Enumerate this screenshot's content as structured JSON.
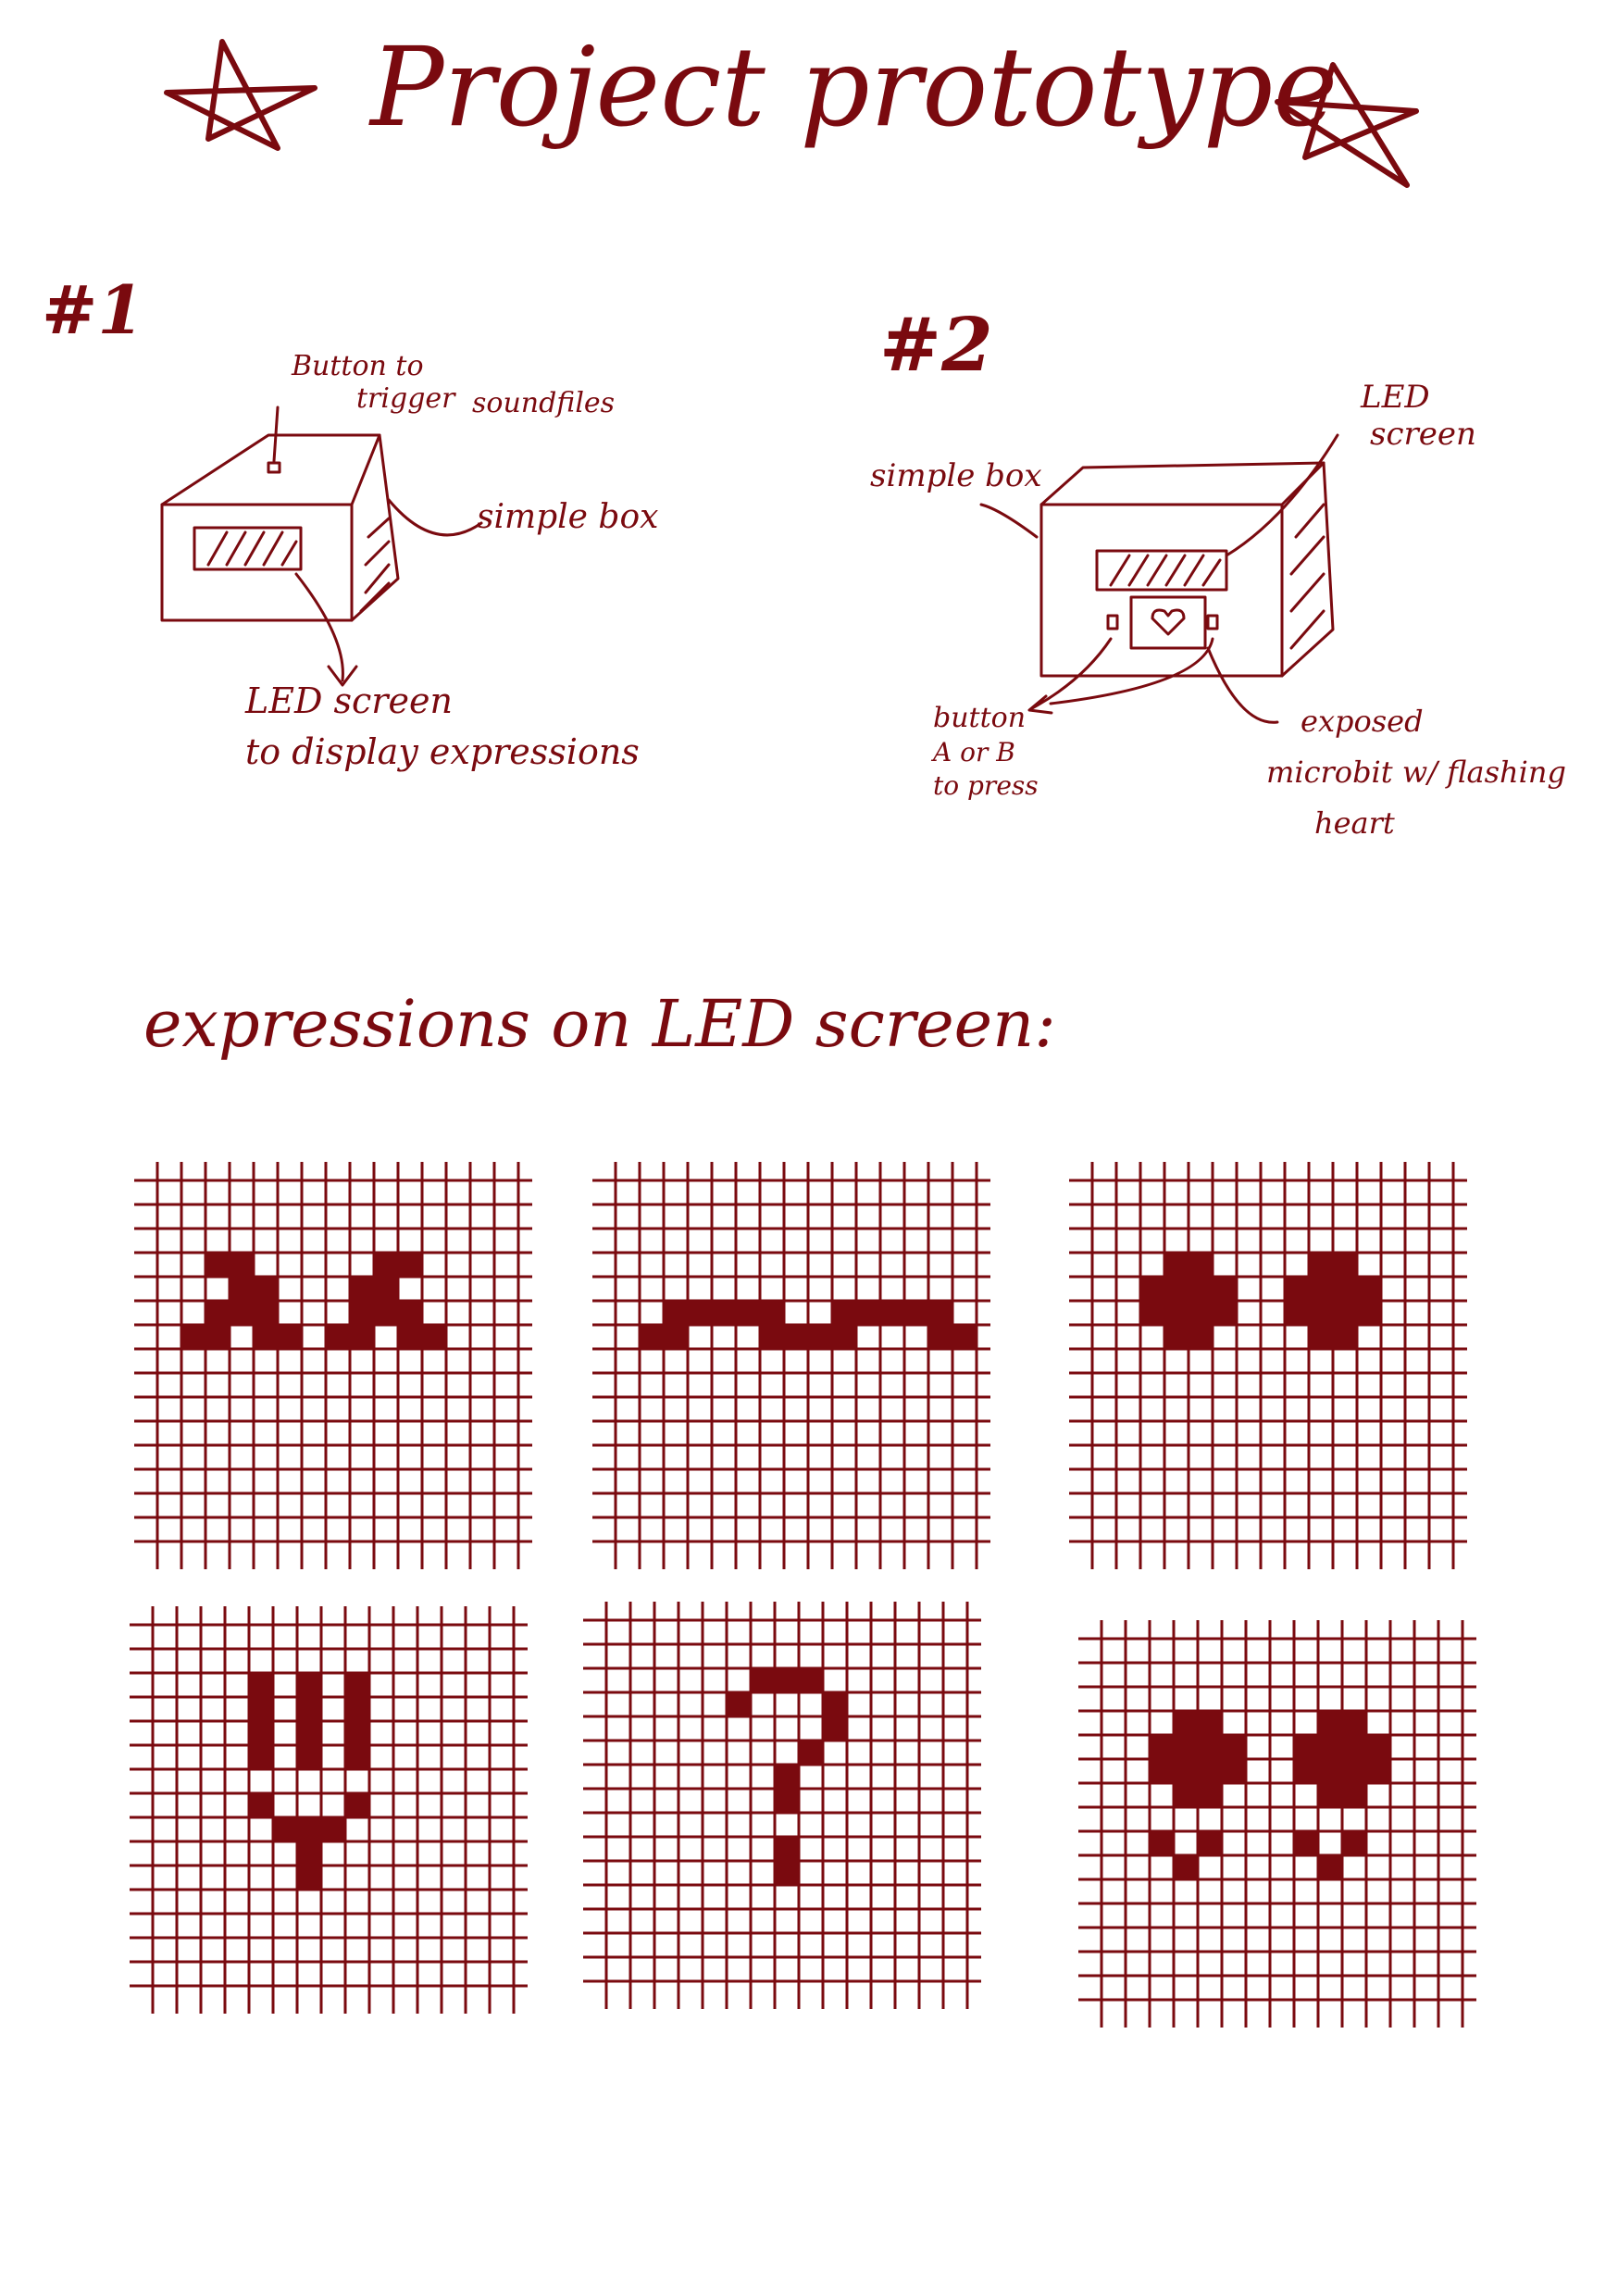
{
  "title": "Project prototype",
  "colors": {
    "ink": "#7a0a0f",
    "paper": "#ffffff"
  },
  "prototype_1": {
    "number": "#1",
    "note_button": [
      "Button to",
      "trigger",
      "soundfiles"
    ],
    "note_box": "simple box",
    "note_led": [
      "LED screen",
      "to display expressions"
    ]
  },
  "prototype_2": {
    "number": "#2",
    "note_box": "simple box",
    "note_led": [
      "LED",
      "screen"
    ],
    "note_button": [
      "button",
      "A or B",
      "to press"
    ],
    "note_microbit": [
      "exposed",
      "microbit w/ flashing",
      "heart"
    ]
  },
  "expressions_heading": "expressions on LED screen:",
  "expressions": [
    {
      "name": "angry-face",
      "cells": [
        [
          3,
          2
        ],
        [
          3,
          3
        ],
        [
          4,
          3
        ],
        [
          4,
          4
        ],
        [
          5,
          2
        ],
        [
          5,
          3
        ],
        [
          5,
          4
        ],
        [
          6,
          1
        ],
        [
          6,
          2
        ],
        [
          6,
          4
        ],
        [
          6,
          5
        ],
        [
          3,
          9
        ],
        [
          3,
          10
        ],
        [
          4,
          8
        ],
        [
          4,
          9
        ],
        [
          5,
          8
        ],
        [
          5,
          9
        ],
        [
          5,
          10
        ],
        [
          6,
          7
        ],
        [
          6,
          8
        ],
        [
          6,
          10
        ],
        [
          6,
          11
        ]
      ]
    },
    {
      "name": "sleepy-face",
      "cells": [
        [
          5,
          2
        ],
        [
          5,
          3
        ],
        [
          5,
          4
        ],
        [
          5,
          5
        ],
        [
          5,
          6
        ],
        [
          6,
          1
        ],
        [
          6,
          2
        ],
        [
          6,
          6
        ],
        [
          6,
          7
        ],
        [
          5,
          9
        ],
        [
          5,
          10
        ],
        [
          5,
          11
        ],
        [
          5,
          12
        ],
        [
          5,
          13
        ],
        [
          6,
          8
        ],
        [
          6,
          9
        ],
        [
          6,
          13
        ],
        [
          6,
          14
        ]
      ]
    },
    {
      "name": "wide-eyes-face",
      "cells": [
        [
          3,
          3
        ],
        [
          3,
          4
        ],
        [
          4,
          2
        ],
        [
          4,
          3
        ],
        [
          4,
          4
        ],
        [
          4,
          5
        ],
        [
          5,
          2
        ],
        [
          5,
          3
        ],
        [
          5,
          4
        ],
        [
          5,
          5
        ],
        [
          6,
          3
        ],
        [
          6,
          4
        ],
        [
          3,
          9
        ],
        [
          3,
          10
        ],
        [
          4,
          8
        ],
        [
          4,
          9
        ],
        [
          4,
          10
        ],
        [
          4,
          11
        ],
        [
          5,
          8
        ],
        [
          5,
          9
        ],
        [
          5,
          10
        ],
        [
          5,
          11
        ],
        [
          6,
          9
        ],
        [
          6,
          10
        ]
      ]
    },
    {
      "name": "shocked-face",
      "cells": [
        [
          2,
          4
        ],
        [
          3,
          4
        ],
        [
          4,
          4
        ],
        [
          5,
          4
        ],
        [
          2,
          6
        ],
        [
          3,
          6
        ],
        [
          4,
          6
        ],
        [
          5,
          6
        ],
        [
          2,
          8
        ],
        [
          3,
          8
        ],
        [
          4,
          8
        ],
        [
          5,
          8
        ],
        [
          7,
          4
        ],
        [
          7,
          8
        ],
        [
          8,
          5
        ],
        [
          8,
          6
        ],
        [
          8,
          7
        ],
        [
          9,
          6
        ],
        [
          10,
          6
        ]
      ]
    },
    {
      "name": "question-mark",
      "cells": [
        [
          2,
          6
        ],
        [
          2,
          7
        ],
        [
          2,
          8
        ],
        [
          3,
          5
        ],
        [
          3,
          9
        ],
        [
          4,
          9
        ],
        [
          5,
          8
        ],
        [
          6,
          7
        ],
        [
          7,
          7
        ],
        [
          9,
          7
        ],
        [
          10,
          7
        ]
      ]
    },
    {
      "name": "crying-face",
      "cells": [
        [
          3,
          3
        ],
        [
          3,
          4
        ],
        [
          4,
          2
        ],
        [
          4,
          3
        ],
        [
          4,
          4
        ],
        [
          4,
          5
        ],
        [
          5,
          2
        ],
        [
          5,
          3
        ],
        [
          5,
          4
        ],
        [
          5,
          5
        ],
        [
          6,
          3
        ],
        [
          6,
          4
        ],
        [
          3,
          9
        ],
        [
          3,
          10
        ],
        [
          4,
          8
        ],
        [
          4,
          9
        ],
        [
          4,
          10
        ],
        [
          4,
          11
        ],
        [
          5,
          8
        ],
        [
          5,
          9
        ],
        [
          5,
          10
        ],
        [
          5,
          11
        ],
        [
          6,
          9
        ],
        [
          6,
          10
        ],
        [
          8,
          2
        ],
        [
          8,
          4
        ],
        [
          9,
          3
        ],
        [
          8,
          8
        ],
        [
          8,
          10
        ],
        [
          9,
          9
        ]
      ]
    }
  ]
}
